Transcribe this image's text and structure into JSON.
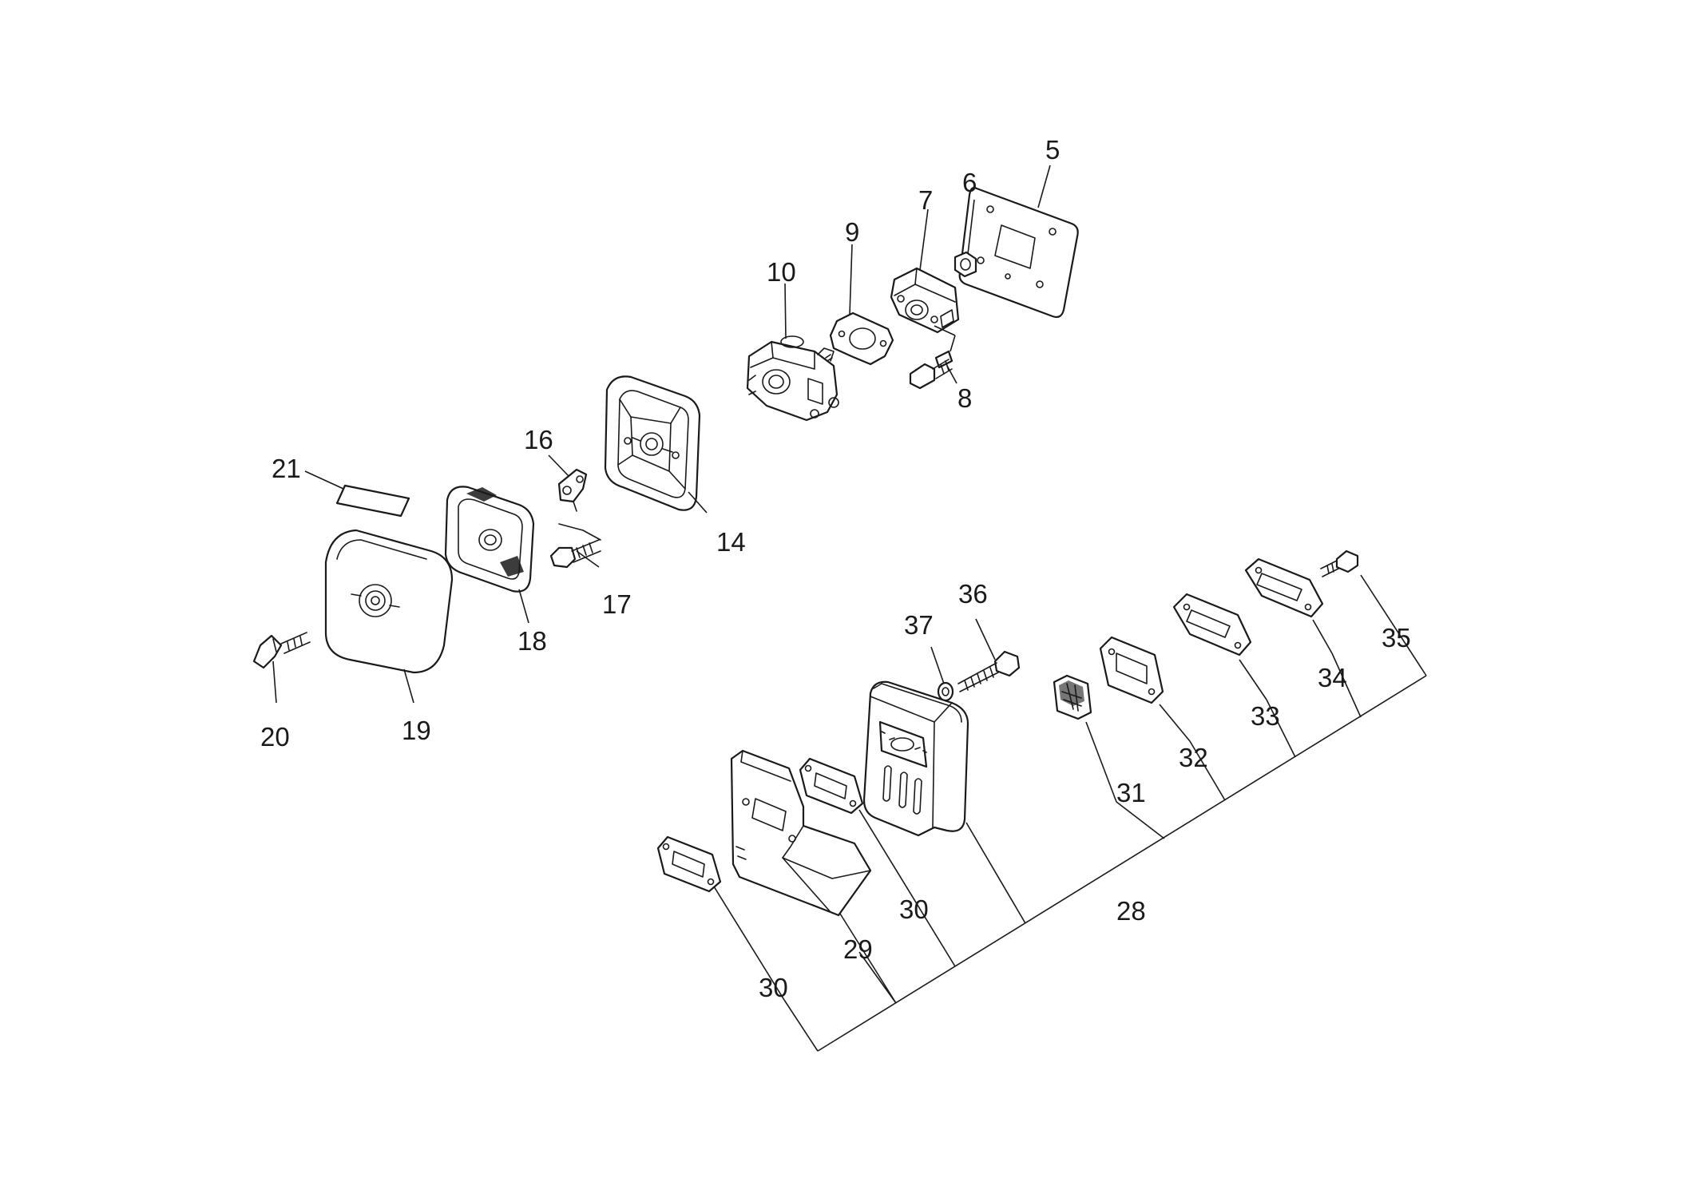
{
  "diagram": {
    "labels": {
      "p5": "5",
      "p6": "6",
      "p7": "7",
      "p8": "8",
      "p9": "9",
      "p10": "10",
      "p14": "14",
      "p16": "16",
      "p17": "17",
      "p18": "18",
      "p19": "19",
      "p20": "20",
      "p21": "21",
      "p28": "28",
      "p29": "29",
      "p30a": "30",
      "p30b": "30",
      "p31": "31",
      "p32": "32",
      "p33": "33",
      "p34": "34",
      "p35": "35",
      "p36": "36",
      "p37": "37"
    },
    "colors": {
      "line": "#1a1a1a",
      "background": "#ffffff"
    }
  }
}
